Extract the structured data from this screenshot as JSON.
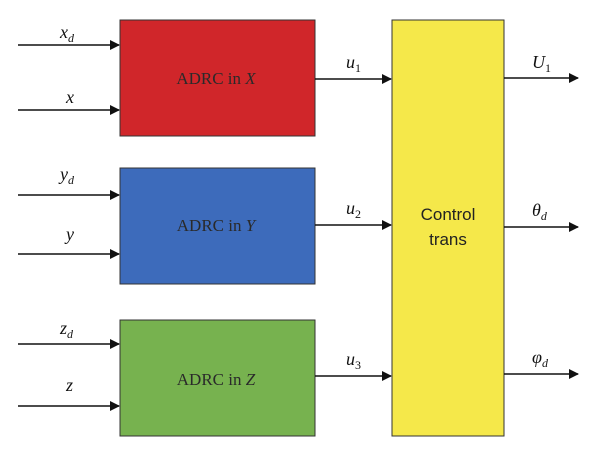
{
  "colors": {
    "block_x": "#d0262a",
    "block_y": "#3d6bbb",
    "block_z": "#77b24f",
    "control": "#f5e84a",
    "line": "#111111"
  },
  "blocks": {
    "x": {
      "prefix": "ADRC in ",
      "axis": "X"
    },
    "y": {
      "prefix": "ADRC in ",
      "axis": "Y"
    },
    "z": {
      "prefix": "ADRC in ",
      "axis": "Z"
    },
    "control": {
      "line1": "Control",
      "line2": "trans"
    }
  },
  "inputs": {
    "xd": {
      "base": "x",
      "sub": "d"
    },
    "x": {
      "base": "x"
    },
    "yd": {
      "base": "y",
      "sub": "d"
    },
    "y": {
      "base": "y"
    },
    "zd": {
      "base": "z",
      "sub": "d"
    },
    "z": {
      "base": "z"
    }
  },
  "signals": {
    "u1": {
      "base": "u",
      "sub": "1"
    },
    "u2": {
      "base": "u",
      "sub": "2"
    },
    "u3": {
      "base": "u",
      "sub": "3"
    }
  },
  "outputs": {
    "U1": {
      "base": "U",
      "sub": "1"
    },
    "theta": {
      "base": "θ",
      "sub": "d"
    },
    "phi": {
      "base": "φ",
      "sub": "d"
    }
  }
}
